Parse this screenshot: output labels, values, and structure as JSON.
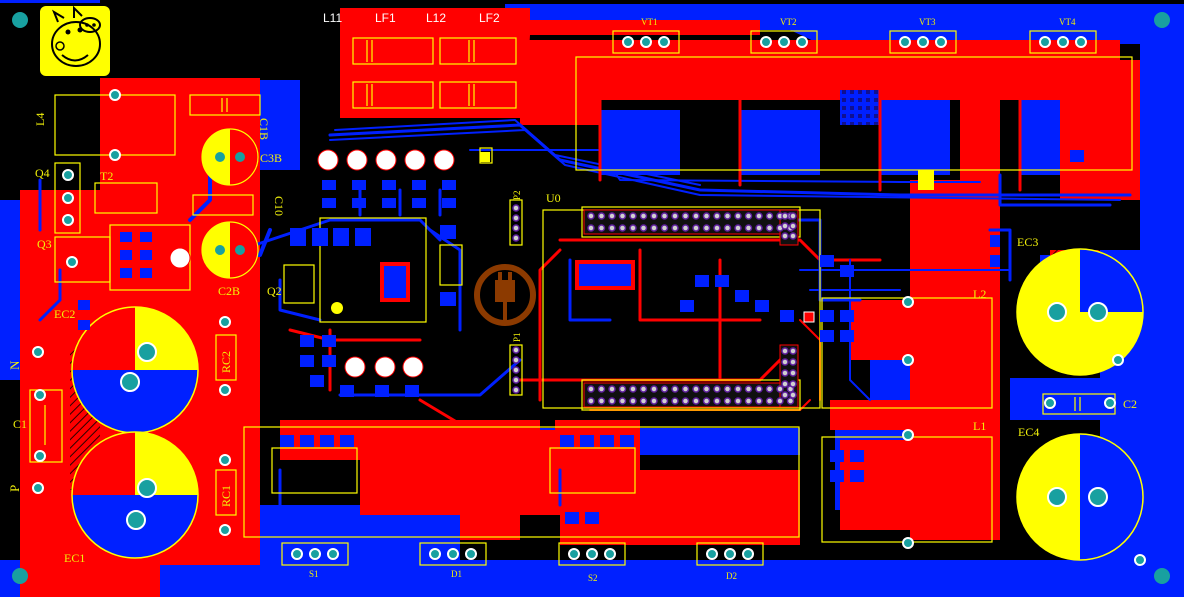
{
  "colors": {
    "background": "#000000",
    "top_copper": "#ff0000",
    "bottom_copper": "#0020ff",
    "silkscreen": "#ffff00",
    "pad": "#18a0a0",
    "via": "#c0c0c0"
  },
  "logo": {
    "icon": "pig-face-icon"
  },
  "watermark": {
    "icon": "power-plug-icon",
    "text": ""
  },
  "labels": {
    "L11": "L11",
    "LF1": "LF1",
    "L12": "L12",
    "LF2": "LF2",
    "VT1": "VT1",
    "VT2": "VT2",
    "VT3": "VT3",
    "VT4": "VT4",
    "L4": "L4",
    "C1B": "C1B",
    "C3B": "C3B",
    "C10": "C10",
    "Q4": "Q4",
    "T2": "T2",
    "Q3": "Q3",
    "C2B": "C2B",
    "Q2": "Q2",
    "U0": "U0",
    "P2": "P2",
    "P1": "P1",
    "EC2": "EC2",
    "N": "N",
    "C1": "C1",
    "RC2": "RC2",
    "RC1": "RC1",
    "P": "P",
    "EC1": "EC1",
    "EC3": "EC3",
    "L2": "L2",
    "C2": "C2",
    "L1": "L1",
    "EC4": "EC4",
    "S1": "S1",
    "D1": "D1",
    "S2": "S2",
    "D2": "D2"
  }
}
